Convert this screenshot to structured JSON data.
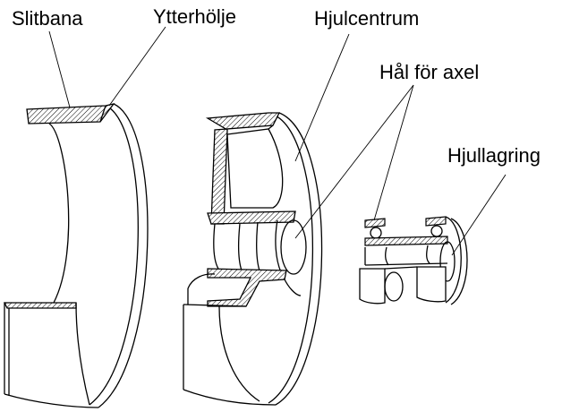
{
  "labels": {
    "slitbana": "Slitbana",
    "ytterholje": "Ytterhölje",
    "hjulcentrum": "Hjulcentrum",
    "hal_for_axel": "Hål för axel",
    "hjullagring": "Hjullagring"
  }
}
